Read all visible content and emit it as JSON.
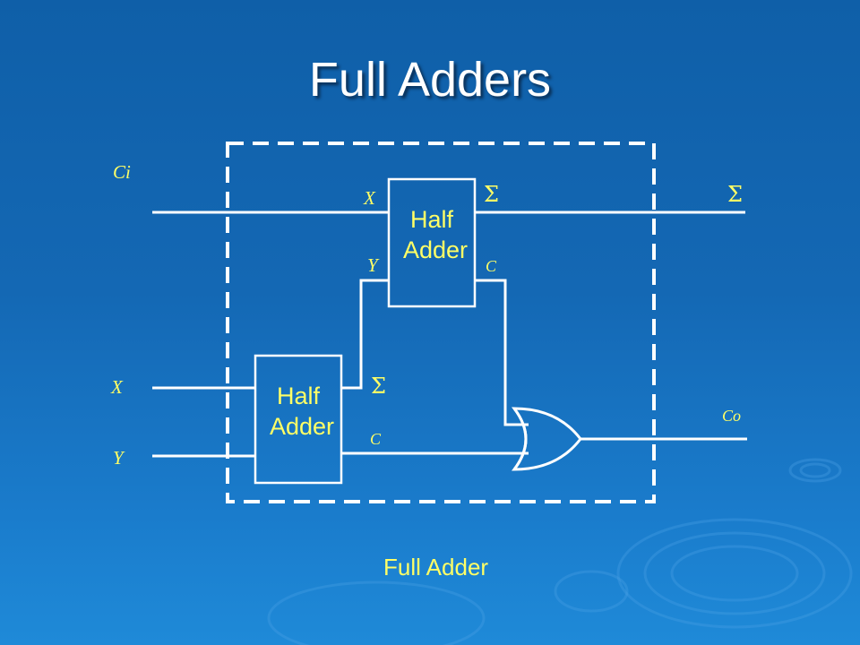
{
  "slide": {
    "title": "Full Adders",
    "caption": "Full Adder"
  },
  "labels": {
    "ci": "Ci",
    "x_in": "X",
    "y_in": "Y",
    "ha_top_x": "X",
    "ha_top_y": "Y",
    "ha_top_sum": "Σ",
    "ha_top_carry": "C",
    "ha_bottom_sum": "Σ",
    "ha_bottom_carry": "C",
    "sum_out": "Σ",
    "co_out": "Co"
  },
  "blocks": {
    "half_adder_top": [
      "Half",
      "Adder"
    ],
    "half_adder_bottom": [
      "Half",
      "Adder"
    ]
  },
  "colors": {
    "background": "#1468b4",
    "text_accent": "#ffff66",
    "lines": "#ffffff"
  }
}
